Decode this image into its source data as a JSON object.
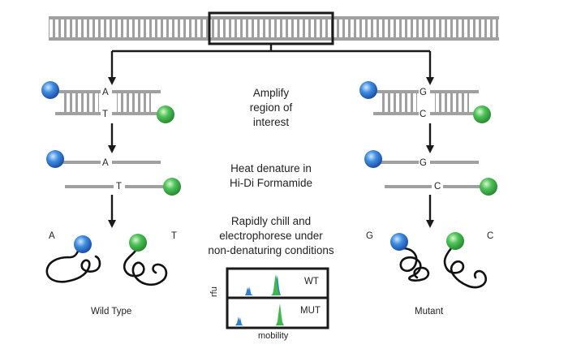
{
  "steps": [
    {
      "text": "Amplify\nregion of\ninterest"
    },
    {
      "text": "Heat denature in\nHi-Di Formamide"
    },
    {
      "text": "Rapidly chill and\nelectrophorese under\nnon-denaturing conditions"
    }
  ],
  "wild_type": {
    "label": "Wild Type",
    "top_base": "A",
    "bottom_base": "T"
  },
  "mutant": {
    "label": "Mutant",
    "top_base": "G",
    "bottom_base": "C"
  },
  "gel_panel": {
    "y_axis_label": "rfu",
    "x_axis_label": "mobility",
    "row_top_label": "WT",
    "row_bottom_label": "MUT"
  },
  "colors": {
    "dna_strand": "#a0a0a0",
    "blue_dye": "#2f7fd6",
    "green_dye": "#3db94a",
    "arrow": "#1a1a1a"
  }
}
